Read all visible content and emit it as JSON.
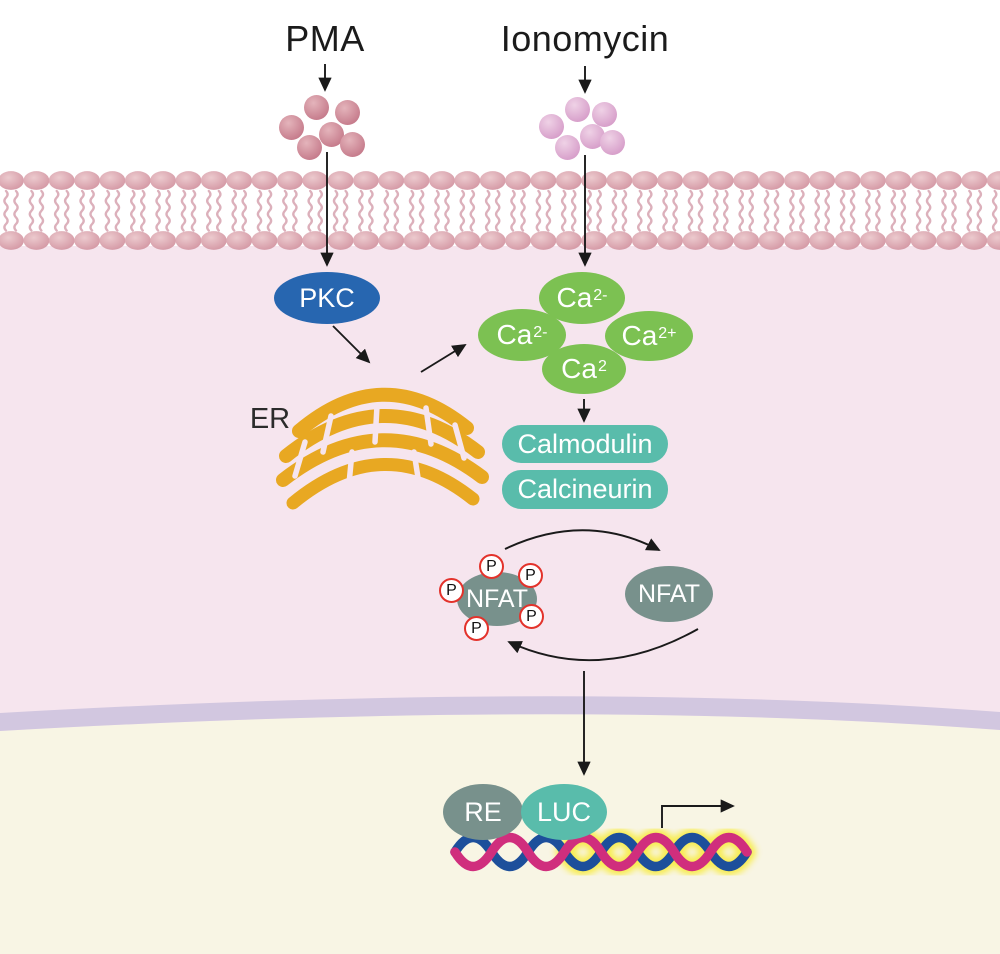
{
  "labels": {
    "pma": "PMA",
    "ionomycin": "Ionomycin",
    "er": "ER"
  },
  "nodes": {
    "pkc": {
      "label": "PKC"
    },
    "ca_top": {
      "base": "Ca",
      "sup": "2-"
    },
    "ca_left": {
      "base": "Ca",
      "sup": "2-"
    },
    "ca_right": {
      "base": "Ca",
      "sup": "2+"
    },
    "ca_bottom": {
      "base": "Ca",
      "sup": "2"
    },
    "calmodulin": {
      "label": "Calmodulin"
    },
    "calcineurin": {
      "label": "Calcineurin"
    },
    "nfat_phosphorylated": {
      "label": "NFAT"
    },
    "nfat_active": {
      "label": "NFAT"
    },
    "phosphate": {
      "label": "P"
    },
    "re": {
      "label": "RE"
    },
    "luc": {
      "label": "LUC"
    }
  },
  "colors": {
    "pkc-blue": "#2766b0",
    "ca-green": "#7cc152",
    "teal": "#59bcab",
    "slate": "#78918c",
    "p-red": "#e3322b",
    "er-gold": "#e8a822",
    "membrane-head": "#d294a1",
    "membrane-head-light": "#eccace",
    "membrane-tail": "#d6a2af",
    "pma-dot": "#c67c8c",
    "pma-dot-light": "#e4b4bb",
    "iono-dot": "#d79fca",
    "iono-dot-light": "#efd2e6",
    "cytoplasm": "#f6e5ee",
    "nucleus": "#f8f5e4",
    "nuclear-membrane": "#d2c7e0",
    "dna-blue": "#1d4f9b",
    "dna-magenta": "#d02e7d",
    "dna-glow": "#f8ec49",
    "arrow": "#1a1a1a"
  }
}
